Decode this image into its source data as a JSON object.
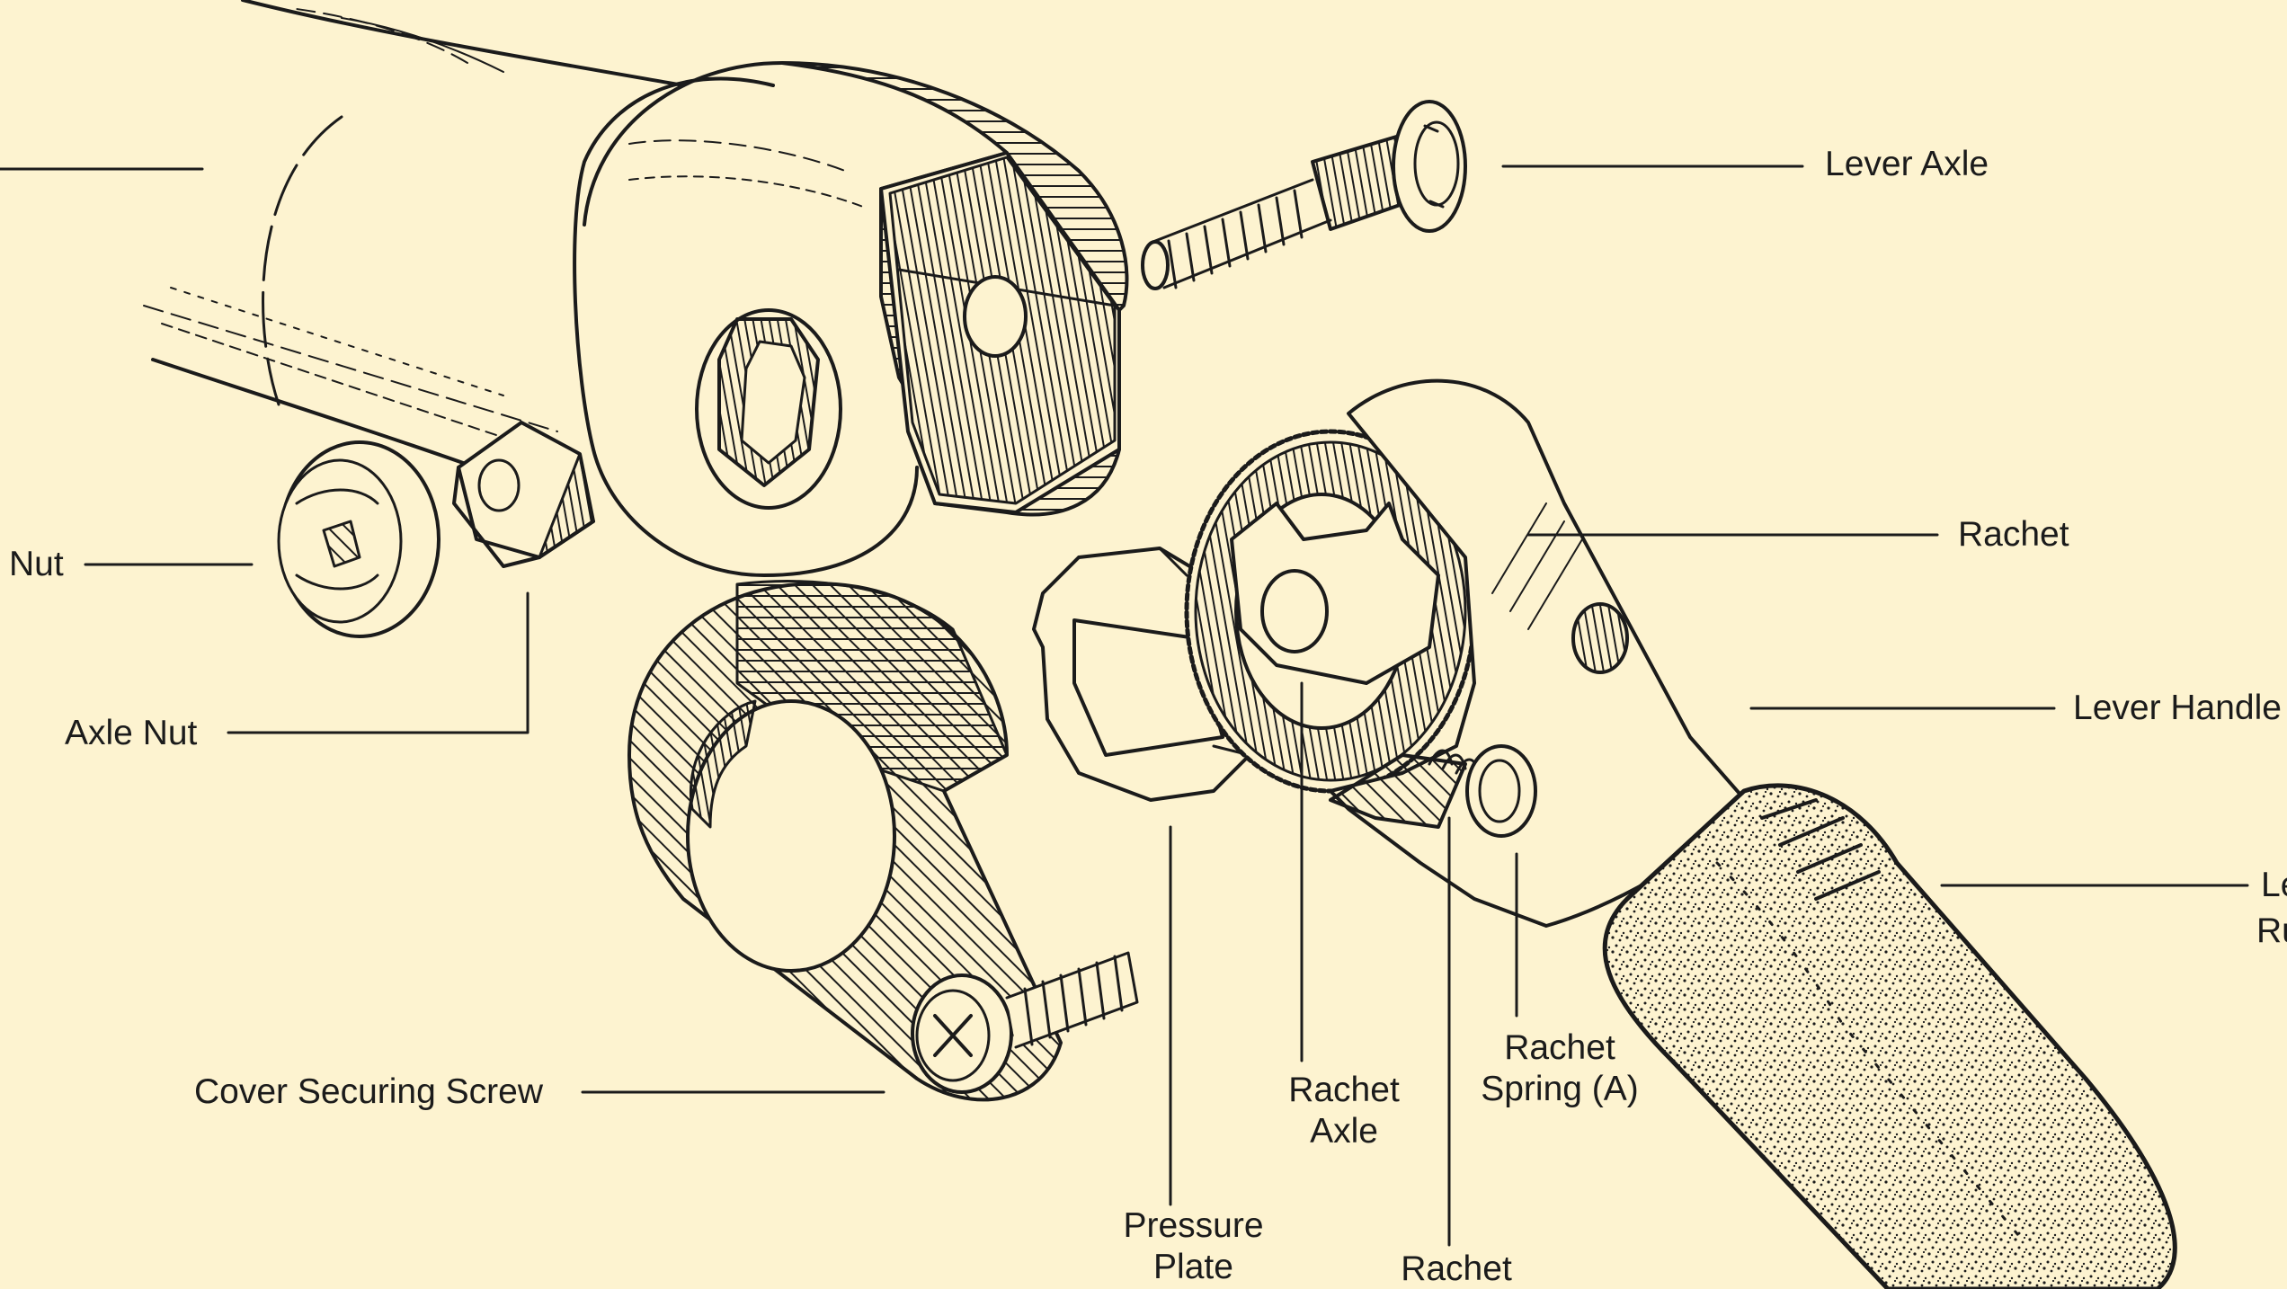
{
  "diagram": {
    "title": "",
    "colors": {
      "background": "#fdf3d0",
      "ink": "#1b1b1b",
      "fill": "#fdf3d0"
    },
    "labels": {
      "lever_axle": "Lever Axle",
      "rachet": "Rachet",
      "lever_handle": "Lever Handle",
      "lever_rubber_line1": "Le",
      "lever_rubber_line2": "Ru",
      "nut": "Nut",
      "axle_nut": "Axle Nut",
      "cover_securing_screw": "Cover Securing Screw",
      "rachet_axle_line1": "Rachet",
      "rachet_axle_line2": "Axle",
      "rachet_spring_line1": "Rachet",
      "rachet_spring_line2": "Spring (A)",
      "pressure_plate_line1": "Pressure",
      "pressure_plate_line2": "Plate",
      "rachet_bottom": "Rachet"
    }
  }
}
